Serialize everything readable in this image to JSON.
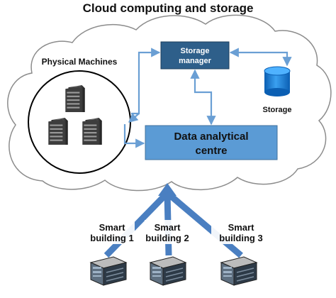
{
  "diagram": {
    "title": "Cloud computing and storage",
    "physical_machines_label": "Physical Machines",
    "storage_manager": {
      "line1": "Storage",
      "line2": "manager"
    },
    "storage_label": "Storage",
    "analytics": {
      "line1": "Data analytical",
      "line2": "centre"
    },
    "buildings": [
      {
        "line1": "Smart",
        "line2": "building 1"
      },
      {
        "line1": "Smart",
        "line2": "building 2"
      },
      {
        "line1": "Smart",
        "line2": "building 3"
      }
    ],
    "colors": {
      "analytics_box": "#5b9bd5",
      "storage_manager_box": "#2e5f8a",
      "arrow": "#6a9fd4",
      "uplink_arrow": "#4a7fc1",
      "cylinder": "#1f7fd8"
    },
    "icons": [
      "server-rack-icon",
      "database-cylinder-icon",
      "computer-workstation-icon"
    ]
  }
}
